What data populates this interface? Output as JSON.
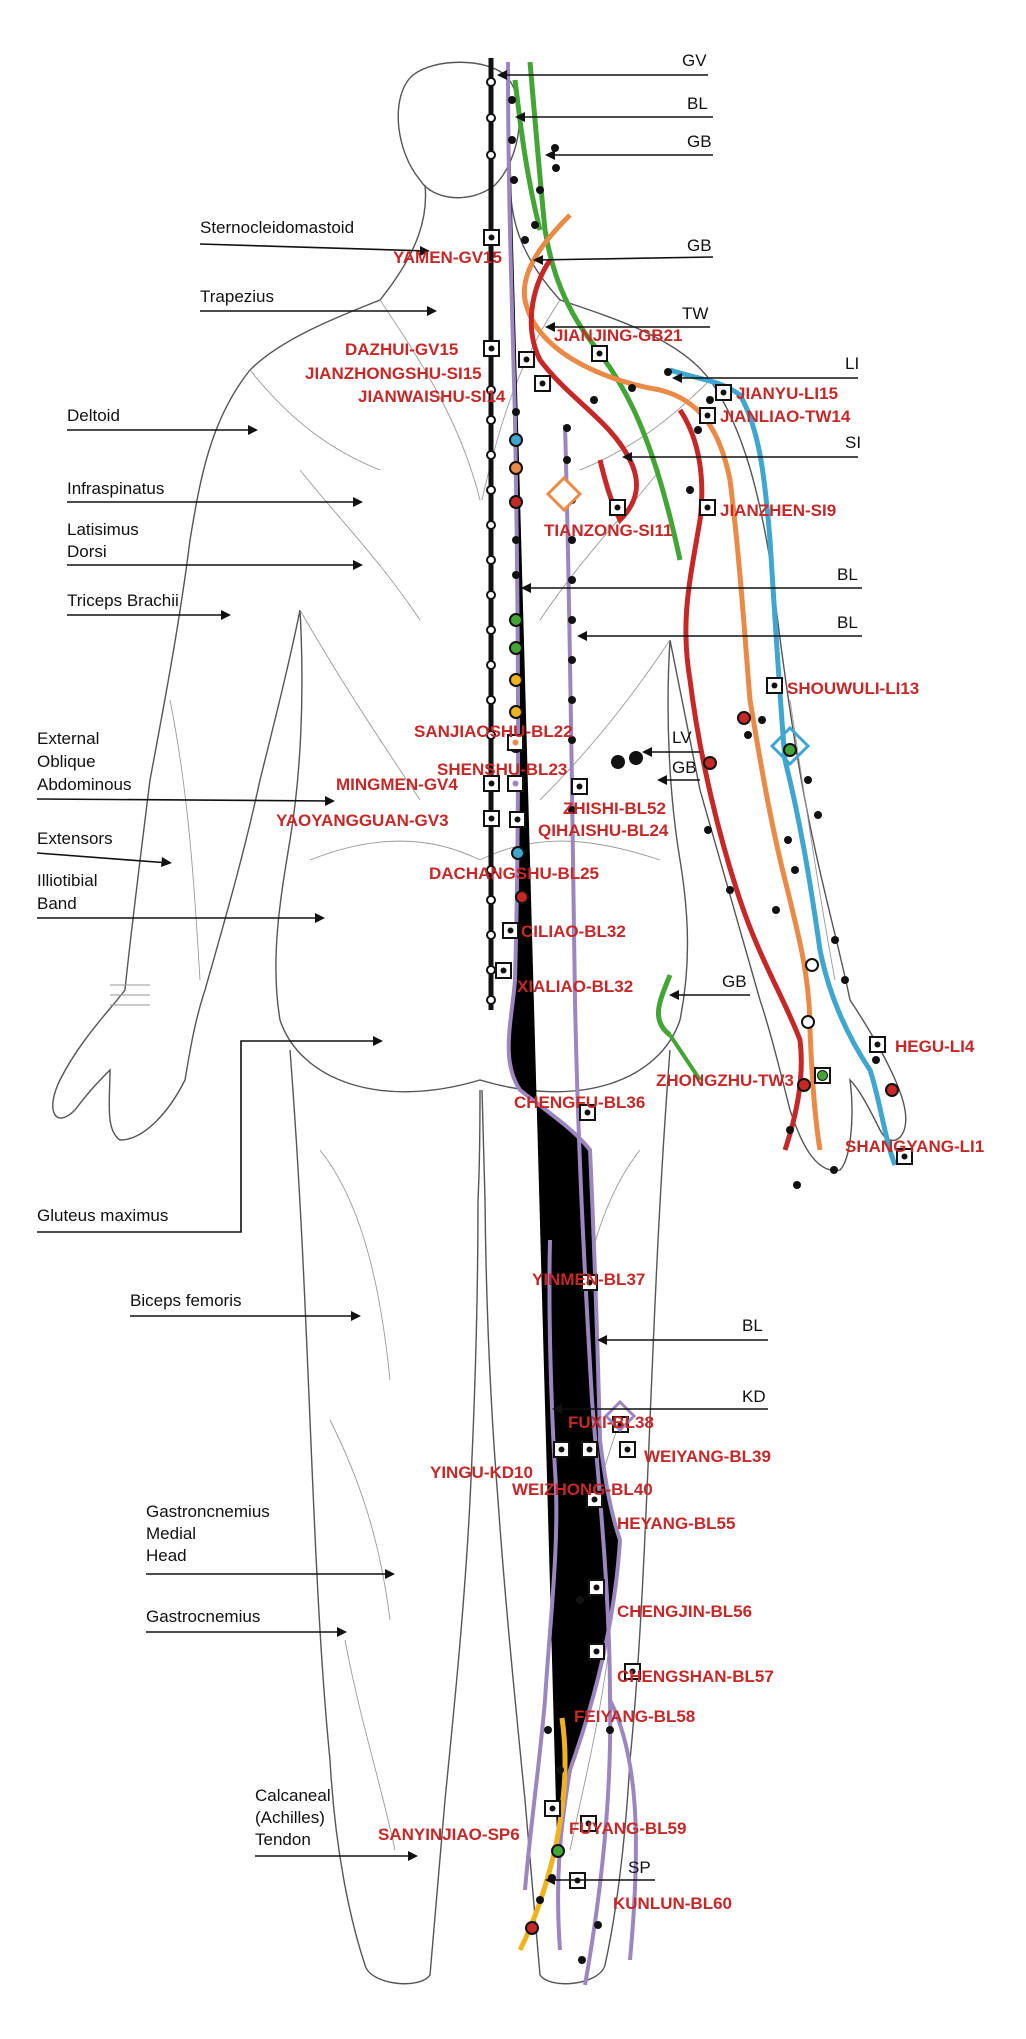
{
  "muscle_labels": [
    "Sternocleidomastoid",
    "Trapezius",
    "Deltoid",
    "Infraspinatus",
    "Latisimus",
    "Dorsi",
    "Triceps Brachii",
    "External",
    "Oblique",
    "Abdominous",
    "Extensors",
    "Illiotibial",
    "Band",
    "Gluteus maximus",
    "Biceps femoris",
    "Gastroncnemius",
    "Medial",
    "Head",
    "Gastrocnemius",
    "Calcaneal",
    "(Achilles)",
    "Tendon"
  ],
  "channel_labels": [
    "GV",
    "BL",
    "GB",
    "GB",
    "TW",
    "LI",
    "SI",
    "BL",
    "BL",
    "LV",
    "GB",
    "GB",
    "BL",
    "KD",
    "SP"
  ],
  "point_labels": [
    "YAMEN-GV15",
    "DAZHUI-GV15",
    "JIANZHONGSHU-SI15",
    "JIANWAISHU-SI14",
    "JIANJING-GB21",
    "JIANYU-LI15",
    "JIANLIAO-TW14",
    "JIANZHEN-SI9",
    "TIANZONG-SI11",
    "SHOUWULI-LI13",
    "SANJIAOSHU-BL22",
    "SHENSHU-BL23",
    "MINGMEN-GV4",
    "ZHISHI-BL52",
    "YAOYANGGUAN-GV3",
    "QIHAISHU-BL24",
    "DACHANGSHU-BL25",
    "CILIAO-BL32",
    "XIALIAO-BL32",
    "HEGU-LI4",
    "ZHONGZHU-TW3",
    "SHANGYANG-LI1",
    "CHENGFU-BL36",
    "YINMEN-BL37",
    "FUXI-BL38",
    "WEIYANG-BL39",
    "YINGU-KD10",
    "WEIZHONG-BL40",
    "HEYANG-BL55",
    "CHENGJIN-BL56",
    "CHENGSHAN-BL57",
    "FEIYANG-BL58",
    "SANYINJIAO-SP6",
    "FUYANG-BL59",
    "KUNLUN-BL60"
  ],
  "meridian_colors": {
    "GV": "#111111",
    "BL": "#9b86c0",
    "GB": "#43a535",
    "TW": "#e98a46",
    "LI": "#3fa6d0",
    "SI": "#c62828",
    "SP": "#f0b31e",
    "label": "#c62828"
  }
}
